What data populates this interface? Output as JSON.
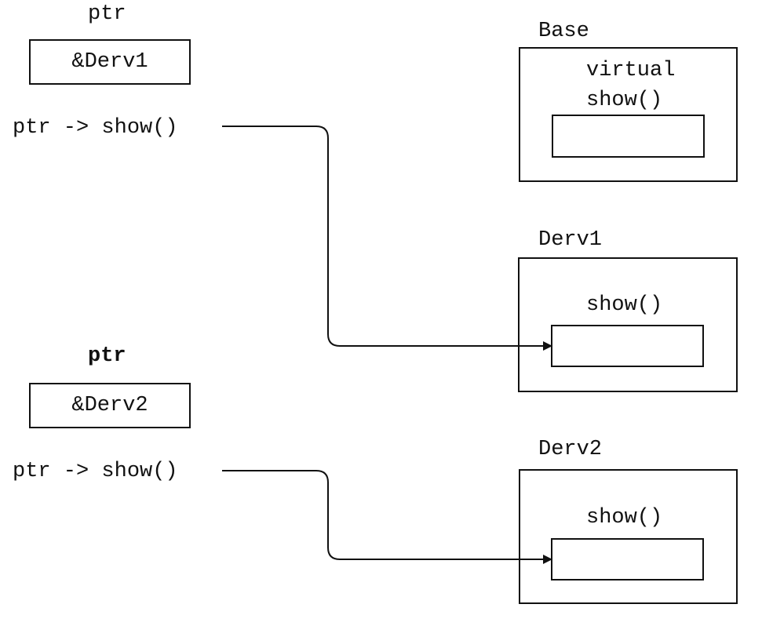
{
  "pointer_top": {
    "label": "ptr",
    "value": "&Derv1",
    "call": "ptr -> show()"
  },
  "pointer_bottom": {
    "label": "ptr",
    "value": "&Derv2",
    "call": "ptr -> show()"
  },
  "classes": {
    "base": {
      "name": "Base",
      "method_line1": "virtual",
      "method_line2": "show()"
    },
    "derv1": {
      "name": "Derv1",
      "method": "show()"
    },
    "derv2": {
      "name": "Derv2",
      "method": "show()"
    }
  }
}
